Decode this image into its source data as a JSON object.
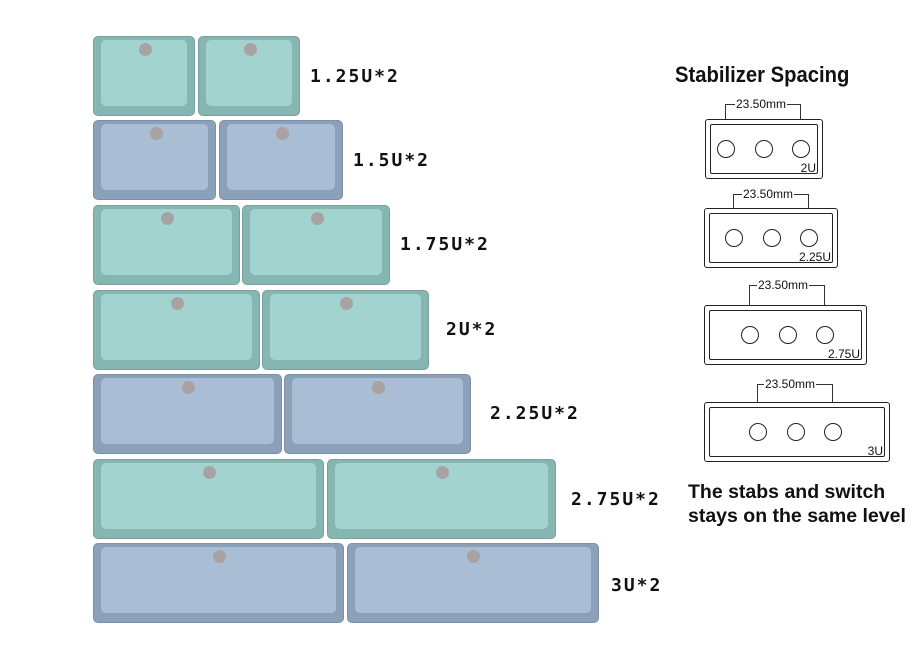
{
  "rows": [
    {
      "label": "1.25U*2",
      "color": "teal"
    },
    {
      "label": "1.5U*2",
      "color": "blue"
    },
    {
      "label": "1.75U*2",
      "color": "teal"
    },
    {
      "label": "2U*2",
      "color": "teal"
    },
    {
      "label": "2.25U*2",
      "color": "blue"
    },
    {
      "label": "2.75U*2",
      "color": "teal"
    },
    {
      "label": "3U*2",
      "color": "blue"
    }
  ],
  "stabilizer": {
    "title": "Stabilizer Spacing",
    "items": [
      {
        "size": "2U",
        "spacing": "23.50mm"
      },
      {
        "size": "2.25U",
        "spacing": "23.50mm"
      },
      {
        "size": "2.75U",
        "spacing": "23.50mm"
      },
      {
        "size": "3U",
        "spacing": "23.50mm"
      }
    ]
  },
  "note": {
    "line1": "The stabs and switch",
    "line2": "stays on the same level"
  },
  "colors": {
    "teal_top": "#a3d3cf",
    "teal_side": "#86b6b2",
    "blue_top": "#a9bdd5",
    "blue_side": "#8ba0b9"
  }
}
